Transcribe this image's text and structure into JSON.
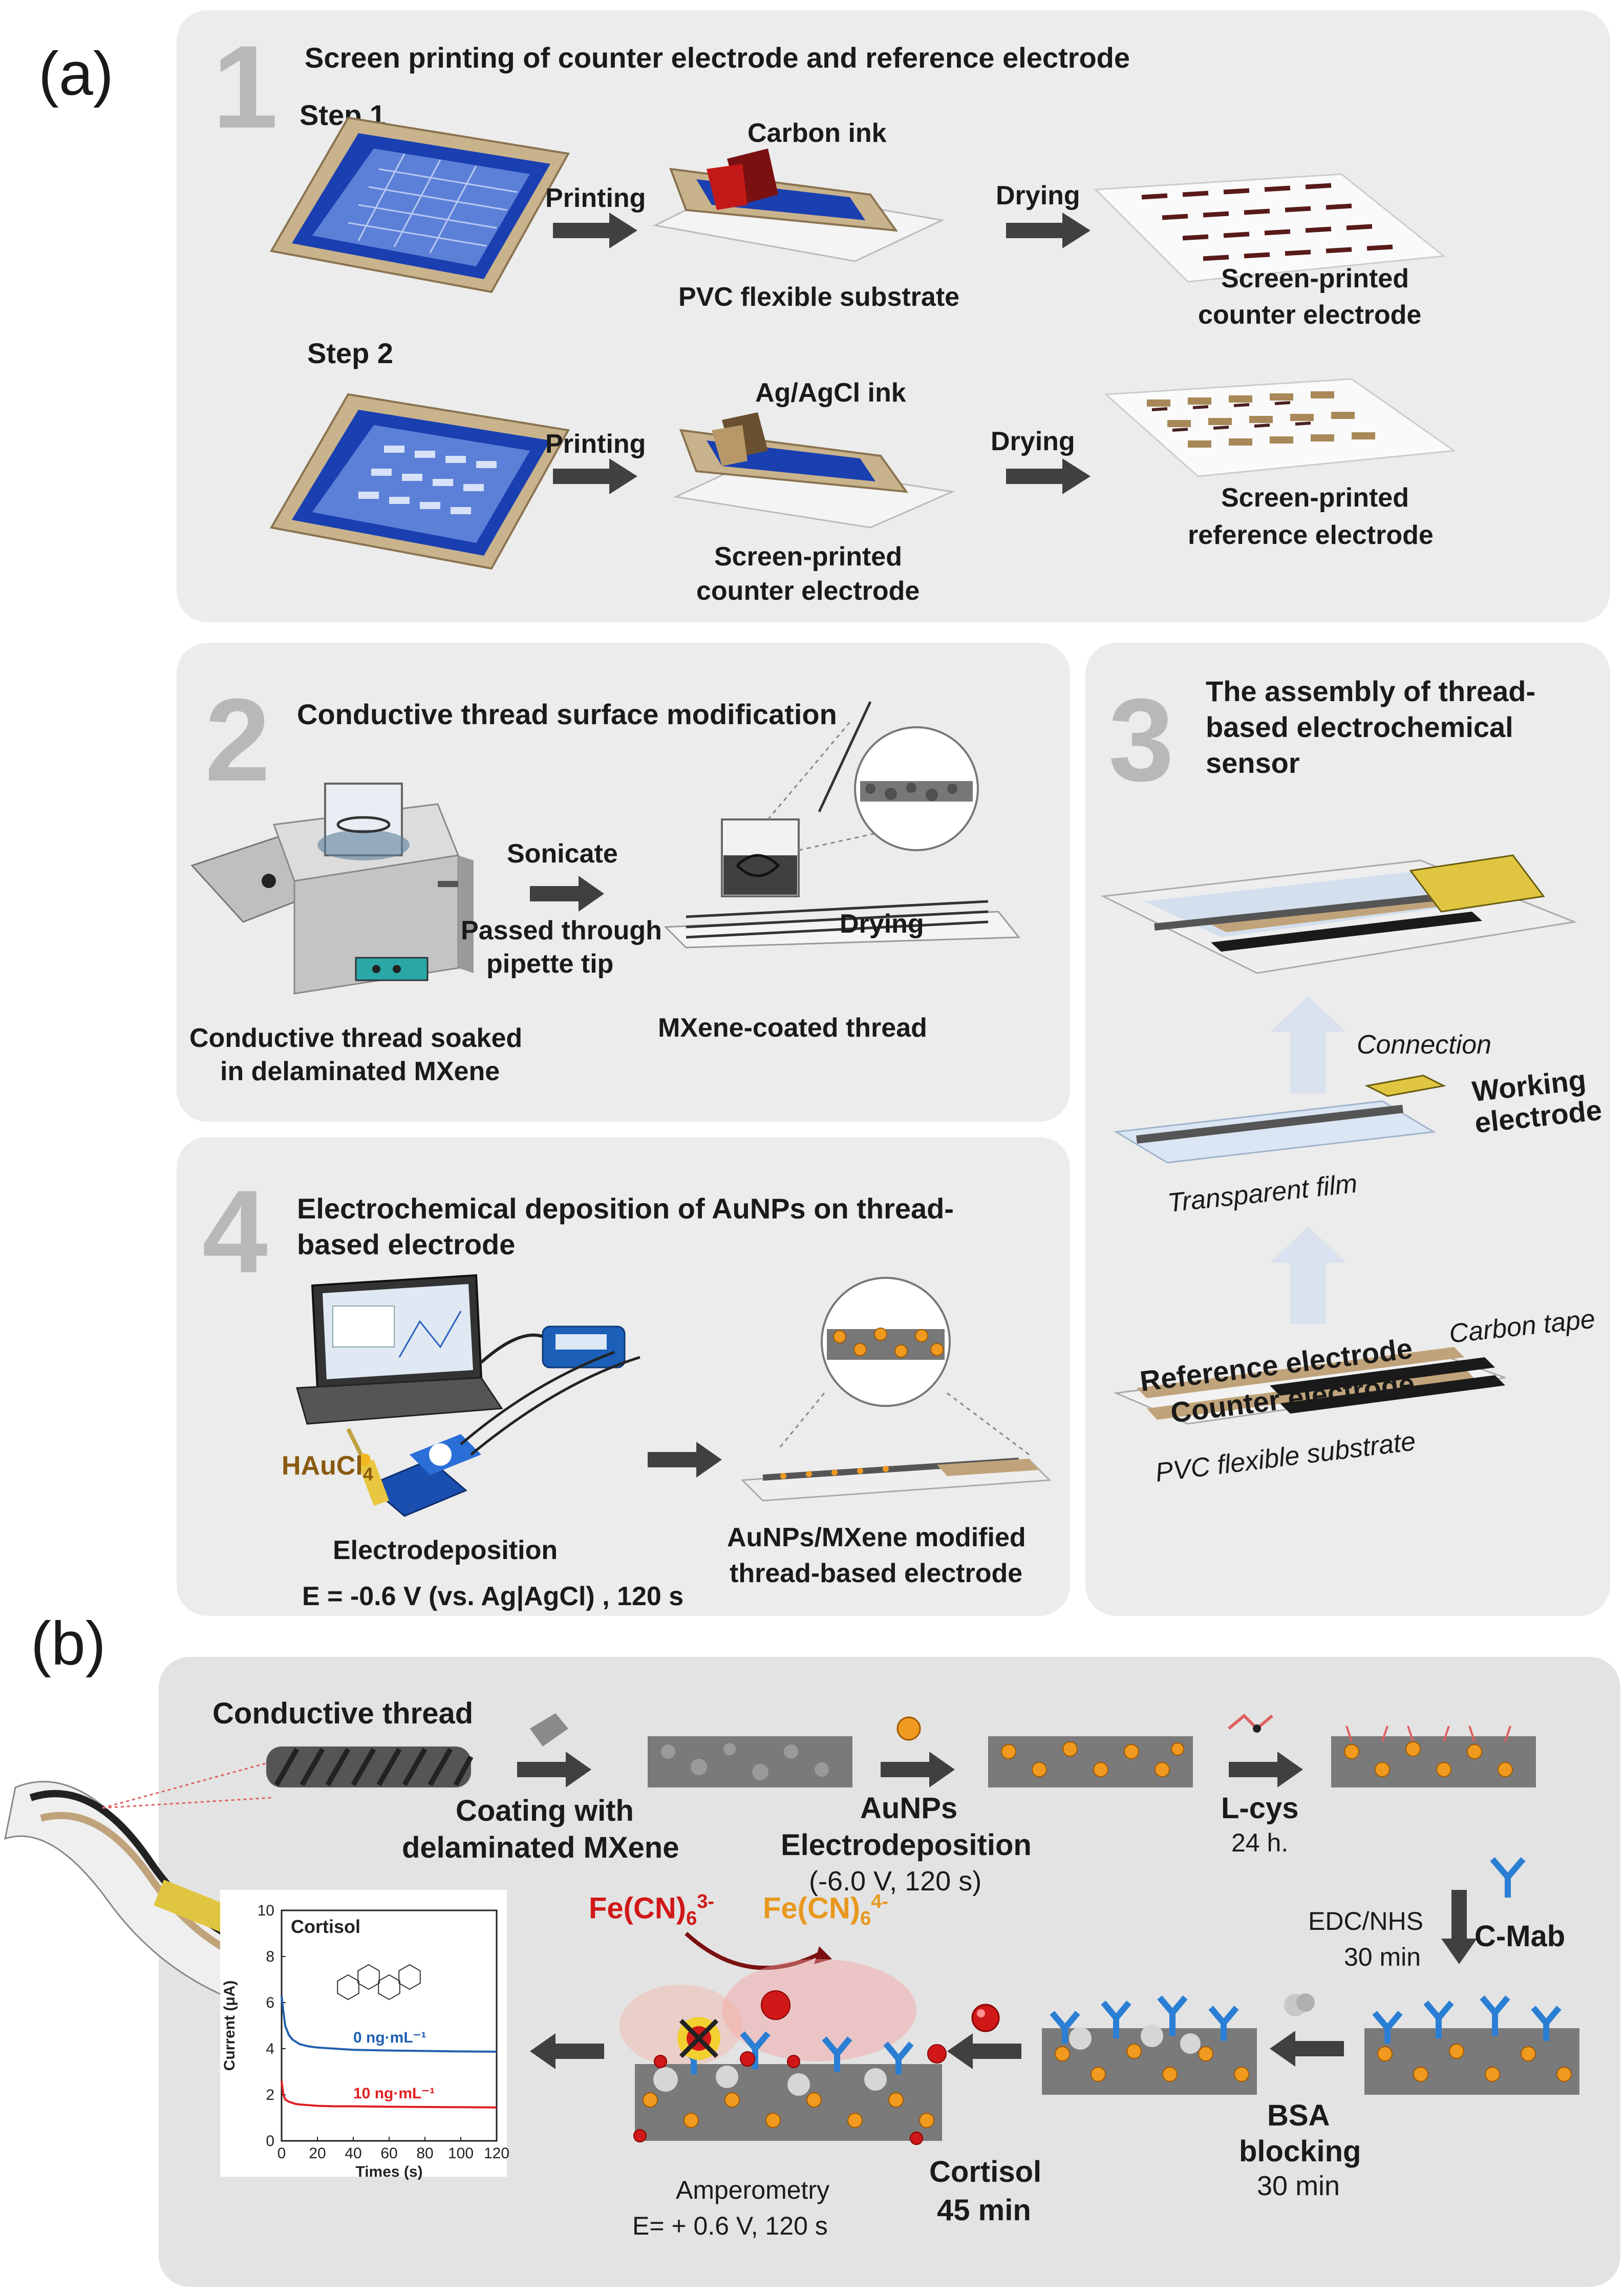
{
  "labels": {
    "a": "(a)",
    "b": "(b)"
  },
  "section1": {
    "number": "1",
    "title": "Screen printing of counter electrode  and reference electrode",
    "step1": {
      "label": "Step 1",
      "printing": "Printing",
      "ink": "Carbon ink",
      "substrate": "PVC flexible substrate",
      "drying": "Drying",
      "result_line1": "Screen-printed",
      "result_line2": "counter electrode"
    },
    "step2": {
      "label": "Step 2",
      "printing": "Printing",
      "ink": "Ag/AgCl ink",
      "substrate_line1": "Screen-printed",
      "substrate_line2": "counter electrode",
      "drying": "Drying",
      "result_line1": "Screen-printed",
      "result_line2": "reference electrode"
    }
  },
  "section2": {
    "number": "2",
    "title": "Conductive thread surface modification",
    "sonicate": "Sonicate",
    "passed_line1": "Passed through",
    "passed_line2": "pipette tip",
    "drying": "Drying",
    "soaked_line1": "Conductive thread soaked",
    "soaked_line2": "in delaminated MXene",
    "coated": "MXene-coated thread"
  },
  "section3": {
    "number": "3",
    "title_line1": "The assembly of thread-",
    "title_line2": "based electrochemical",
    "title_line3": "sensor",
    "connection": "Connection",
    "working_line1": "Working",
    "working_line2": "electrode",
    "transparent": "Transparent film",
    "carbon_tape": "Carbon tape",
    "reference": "Reference electrode",
    "counter": "Counter electrode",
    "substrate": "PVC flexible  substrate"
  },
  "section4": {
    "number": "4",
    "title_line1": "Electrochemical deposition of  AuNPs on thread-",
    "title_line2": "based electrode",
    "haucl_base": "HAuCl",
    "haucl_sub": "4",
    "electrodeposition": "Electrodeposition",
    "potential": "E = -0.6 V (vs. Ag|AgCl) , 120 s",
    "result_line1": "AuNPs/MXene modified",
    "result_line2": "thread-based electrode"
  },
  "panel_b": {
    "conductive_thread": "Conductive thread",
    "coating_line1": "Coating with",
    "coating_line2": "delaminated MXene",
    "aunps_line1": "AuNPs",
    "aunps_line2": "Electrodeposition",
    "aunps_line3": "(-6.0 V, 120 s)",
    "lcys": "L-cys",
    "lcys_time": "24 h.",
    "edc": "EDC/NHS",
    "edc_time": "30 min",
    "cmab": "C-Mab",
    "bsa_line1": "BSA",
    "bsa_line2": "blocking",
    "bsa_time": "30 min",
    "cortisol_line1": "Cortisol",
    "cortisol_line2": "45 min",
    "fe3_base": "Fe(CN)",
    "fe3_sub": "6",
    "fe3_sup": "3-",
    "fe4_base": "Fe(CN)",
    "fe4_sub": "6",
    "fe4_sup": "4-",
    "amperometry_line1": "Amperometry",
    "amperometry_line2": "E= + 0.6 V, 120 s"
  },
  "chart_data": {
    "type": "line",
    "title": "Cortisol",
    "xlabel": "Times (s)",
    "ylabel": "Current (μA)",
    "xlim": [
      0,
      120
    ],
    "ylim": [
      0,
      10
    ],
    "xticks": [
      0,
      20,
      40,
      60,
      80,
      100,
      120
    ],
    "yticks": [
      0,
      2,
      4,
      6,
      8,
      10
    ],
    "series": [
      {
        "name": "0 ng·mL⁻¹",
        "color": "#1f5fb0",
        "x": [
          0,
          1,
          2,
          4,
          6,
          8,
          10,
          15,
          20,
          30,
          40,
          60,
          80,
          100,
          120
        ],
        "y": [
          6.3,
          5.6,
          5.0,
          4.6,
          4.4,
          4.3,
          4.2,
          4.1,
          4.05,
          4.0,
          3.95,
          3.92,
          3.9,
          3.88,
          3.87
        ]
      },
      {
        "name": "10 ng·mL⁻¹",
        "color": "#e02020",
        "x": [
          0,
          1,
          2,
          4,
          6,
          8,
          10,
          15,
          20,
          30,
          40,
          60,
          80,
          100,
          120
        ],
        "y": [
          2.6,
          2.0,
          1.8,
          1.7,
          1.65,
          1.6,
          1.58,
          1.55,
          1.52,
          1.5,
          1.5,
          1.48,
          1.47,
          1.46,
          1.45
        ]
      }
    ]
  },
  "colors": {
    "panel": "#ececec",
    "screen_blue": "#1a3fb0",
    "frame_tan": "#c9b38c",
    "gold": "#e8981e",
    "antibody": "#2a7fd4",
    "red": "#d01818"
  }
}
